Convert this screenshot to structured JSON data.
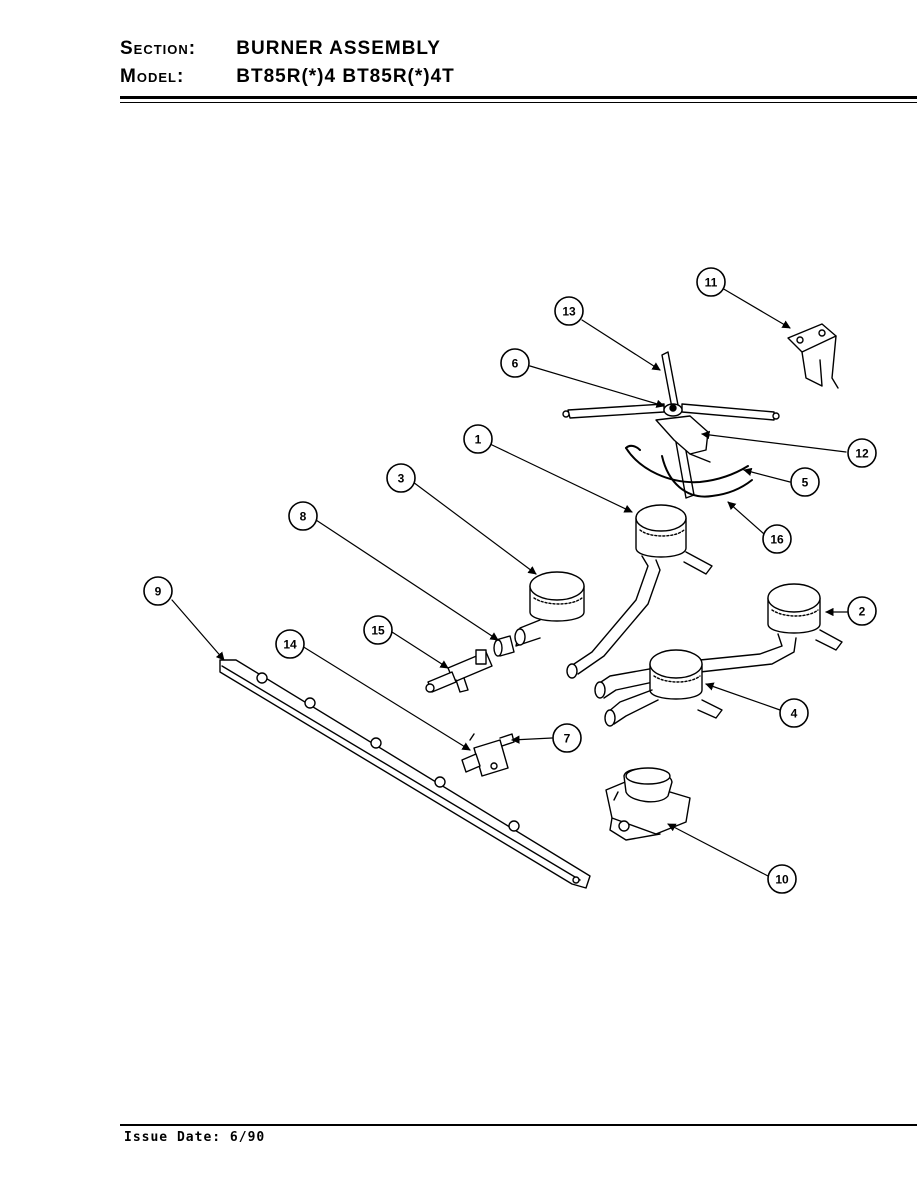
{
  "header": {
    "section_key": "Section:",
    "section_value": "BURNER ASSEMBLY",
    "model_key": "Model:",
    "model_value": "BT85R(*)4  BT85R(*)4T"
  },
  "footer": {
    "issue_date": "Issue Date: 6/90"
  },
  "diagram": {
    "callouts": [
      "1",
      "2",
      "3",
      "4",
      "5",
      "6",
      "7",
      "8",
      "9",
      "10",
      "11",
      "12",
      "13",
      "14",
      "15",
      "16"
    ]
  }
}
